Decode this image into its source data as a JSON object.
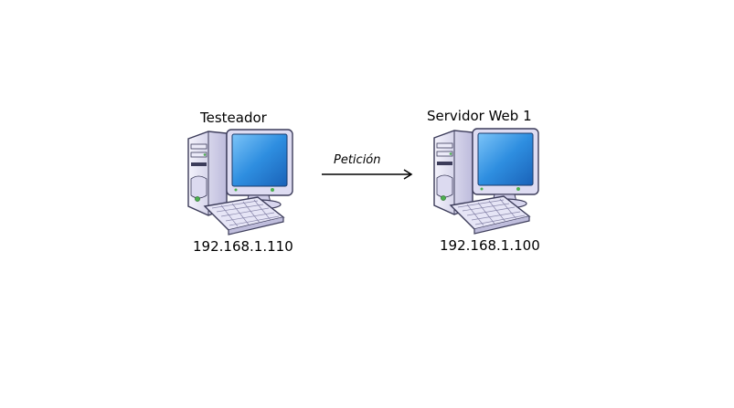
{
  "nodes": {
    "tester": {
      "title": "Testeador",
      "ip": "192.168.1.110",
      "icon": "desktop-computer-icon"
    },
    "server": {
      "title": "Servidor Web 1",
      "ip": "192.168.1.100",
      "icon": "desktop-computer-icon"
    }
  },
  "edge": {
    "label": "Petición",
    "direction": "tester-to-server"
  },
  "colors": {
    "background": "#ffffff",
    "case": "#d8d6ee",
    "outline": "#3c3c5a",
    "screen": "#2e8ee0",
    "led": "#4caf50"
  }
}
